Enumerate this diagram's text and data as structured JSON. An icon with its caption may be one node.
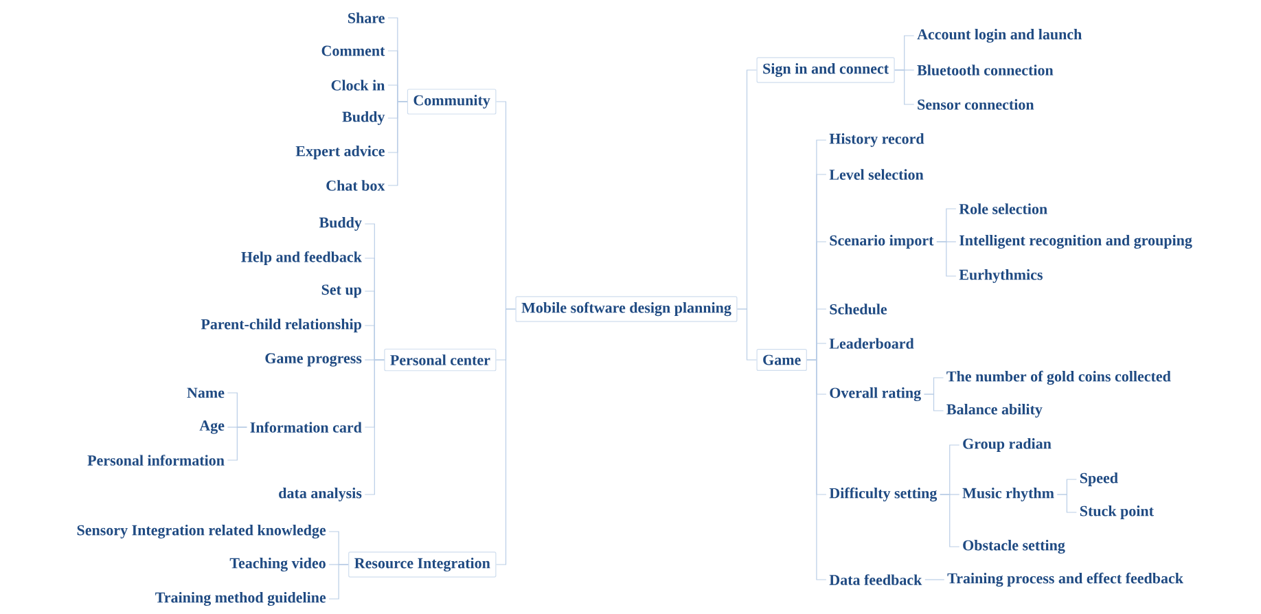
{
  "diagram": {
    "nodes": [
      {
        "text": [
          "Mobile software design planning"
        ]
      },
      {
        "text": [
          "Community"
        ]
      },
      {
        "text": [
          "Share"
        ]
      },
      {
        "text": [
          "Comment"
        ]
      },
      {
        "text": [
          "Clock in"
        ]
      },
      {
        "text": [
          "Buddy"
        ]
      },
      {
        "text": [
          "Expert advice"
        ]
      },
      {
        "text": [
          "Chat box"
        ]
      },
      {
        "text": [
          "Personal center"
        ]
      },
      {
        "text": [
          "Buddy"
        ]
      },
      {
        "text": [
          "Help and feedback"
        ]
      },
      {
        "text": [
          "Set up"
        ]
      },
      {
        "text": [
          "Parent-child relationship"
        ]
      },
      {
        "text": [
          "Game progress"
        ]
      },
      {
        "text": [
          "Information card"
        ]
      },
      {
        "text": [
          "Name"
        ]
      },
      {
        "text": [
          "Age"
        ]
      },
      {
        "text": [
          "Personal information"
        ]
      },
      {
        "text": [
          "data analysis"
        ]
      },
      {
        "text": [
          "Resource Integration"
        ]
      },
      {
        "text": [
          "Sensory Integration related knowledge"
        ]
      },
      {
        "text": [
          "Teaching video"
        ]
      },
      {
        "text": [
          "Training method guideline"
        ]
      },
      {
        "text": [
          "Sign in and connect"
        ]
      },
      {
        "text": [
          "Account login and launch"
        ]
      },
      {
        "text": [
          "Bluetooth connection"
        ]
      },
      {
        "text": [
          "Sensor connection"
        ]
      },
      {
        "text": [
          "Game"
        ]
      },
      {
        "text": [
          "History record"
        ]
      },
      {
        "text": [
          "Level selection"
        ]
      },
      {
        "text": [
          "Scenario import"
        ]
      },
      {
        "text": [
          "Role selection"
        ]
      },
      {
        "text": [
          "Intelligent recognition and grouping"
        ]
      },
      {
        "text": [
          "Eurhythmics"
        ]
      },
      {
        "text": [
          "Schedule"
        ]
      },
      {
        "text": [
          "Leaderboard"
        ]
      },
      {
        "text": [
          "Overall rating"
        ]
      },
      {
        "text": [
          "The number of gold coins collected"
        ]
      },
      {
        "text": [
          "Balance ability"
        ]
      },
      {
        "text": [
          "Difficulty setting"
        ]
      },
      {
        "text": [
          "Group radian"
        ]
      },
      {
        "text": [
          "Music rhythm"
        ]
      },
      {
        "text": [
          "Speed"
        ]
      },
      {
        "text": [
          "Stuck point"
        ]
      },
      {
        "text": [
          "Obstacle setting"
        ]
      },
      {
        "text": [
          "Data feedback"
        ]
      },
      {
        "text": [
          "Training process and effect feedback"
        ]
      }
    ],
    "edges": [
      {
        "from": 0,
        "to": 1,
        "arrow": "none"
      },
      {
        "from": 1,
        "to": 2,
        "arrow": "none"
      },
      {
        "from": 1,
        "to": 3,
        "arrow": "none"
      },
      {
        "from": 1,
        "to": 4,
        "arrow": "none"
      },
      {
        "from": 1,
        "to": 5,
        "arrow": "none"
      },
      {
        "from": 1,
        "to": 6,
        "arrow": "none"
      },
      {
        "from": 1,
        "to": 7,
        "arrow": "none"
      },
      {
        "from": 0,
        "to": 8,
        "arrow": "none"
      },
      {
        "from": 8,
        "to": 9,
        "arrow": "none"
      },
      {
        "from": 8,
        "to": 10,
        "arrow": "none"
      },
      {
        "from": 8,
        "to": 11,
        "arrow": "none"
      },
      {
        "from": 8,
        "to": 12,
        "arrow": "none"
      },
      {
        "from": 8,
        "to": 13,
        "arrow": "none"
      },
      {
        "from": 8,
        "to": 14,
        "arrow": "none"
      },
      {
        "from": 14,
        "to": 15,
        "arrow": "none"
      },
      {
        "from": 14,
        "to": 16,
        "arrow": "none"
      },
      {
        "from": 14,
        "to": 17,
        "arrow": "none"
      },
      {
        "from": 8,
        "to": 18,
        "arrow": "none"
      },
      {
        "from": 0,
        "to": 19,
        "arrow": "none"
      },
      {
        "from": 19,
        "to": 20,
        "arrow": "none"
      },
      {
        "from": 19,
        "to": 21,
        "arrow": "none"
      },
      {
        "from": 19,
        "to": 22,
        "arrow": "none"
      },
      {
        "from": 0,
        "to": 23,
        "arrow": "none"
      },
      {
        "from": 23,
        "to": 24,
        "arrow": "none"
      },
      {
        "from": 23,
        "to": 25,
        "arrow": "none"
      },
      {
        "from": 23,
        "to": 26,
        "arrow": "none"
      },
      {
        "from": 0,
        "to": 27,
        "arrow": "none"
      },
      {
        "from": 27,
        "to": 28,
        "arrow": "none"
      },
      {
        "from": 27,
        "to": 29,
        "arrow": "none"
      },
      {
        "from": 27,
        "to": 30,
        "arrow": "none"
      },
      {
        "from": 30,
        "to": 31,
        "arrow": "none"
      },
      {
        "from": 30,
        "to": 32,
        "arrow": "none"
      },
      {
        "from": 30,
        "to": 33,
        "arrow": "none"
      },
      {
        "from": 27,
        "to": 34,
        "arrow": "none"
      },
      {
        "from": 27,
        "to": 35,
        "arrow": "none"
      },
      {
        "from": 27,
        "to": 36,
        "arrow": "none"
      },
      {
        "from": 36,
        "to": 37,
        "arrow": "none"
      },
      {
        "from": 36,
        "to": 38,
        "arrow": "none"
      },
      {
        "from": 27,
        "to": 39,
        "arrow": "none"
      },
      {
        "from": 39,
        "to": 40,
        "arrow": "none"
      },
      {
        "from": 39,
        "to": 41,
        "arrow": "none"
      },
      {
        "from": 41,
        "to": 42,
        "arrow": "none"
      },
      {
        "from": 41,
        "to": 43,
        "arrow": "none"
      },
      {
        "from": 39,
        "to": 44,
        "arrow": "none"
      },
      {
        "from": 27,
        "to": 45,
        "arrow": "none"
      },
      {
        "from": 45,
        "to": 46,
        "arrow": "none"
      }
    ]
  }
}
